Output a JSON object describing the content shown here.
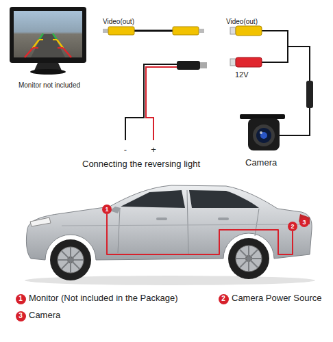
{
  "diagram": {
    "nodes": [
      {
        "text": [
          "1"
        ]
      },
      {
        "text": [
          "2"
        ]
      },
      {
        "text": [
          "3"
        ]
      },
      {
        "text": [
          "1"
        ]
      },
      {
        "text": [
          "2"
        ]
      },
      {
        "text": [
          "3"
        ]
      }
    ],
    "edges": [
      {
        "from": 0,
        "to": 1,
        "arrow": "none"
      }
    ],
    "labels": [
      "Video(out)",
      "Video(out)",
      "Monitor not included",
      "12V",
      "-",
      "+",
      "Connecting the reversing light",
      "Camera",
      "Monitor (Not included in the Package)",
      "Camera Power Source",
      "Camera"
    ]
  }
}
